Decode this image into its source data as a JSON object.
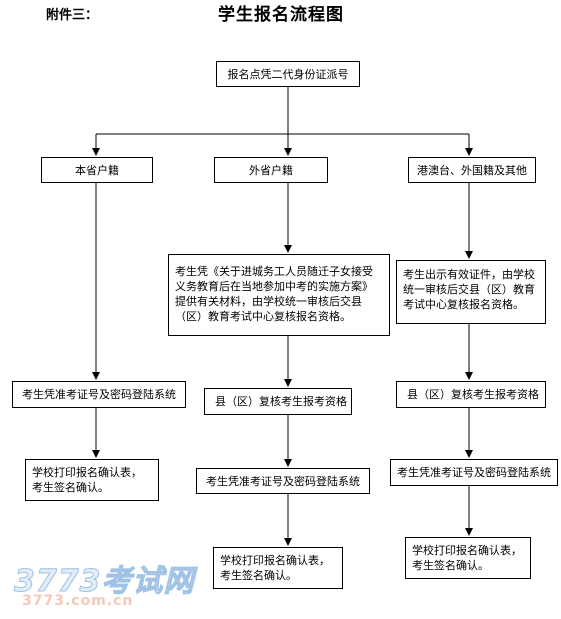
{
  "header": {
    "attachment_label": "附件三：",
    "title": "学生报名流程图"
  },
  "flow": {
    "start": "报名点凭二代身份证派号",
    "branches": {
      "local": {
        "label": "本省户籍",
        "login": "考生凭准考证号及密码登陆系统",
        "print": "学校打印报名确认表，考生签名确认。"
      },
      "other_province": {
        "label": "外省户籍",
        "materials": "考生凭《关于进城务工人员随迁子女接受义务教育后在当地参加中考的实施方案》提供有关材料，由学校统一审核后交县（区）教育考试中心复核报名资格。",
        "county_review": "县（区）复核考生报考资格",
        "login": "考生凭准考证号及密码登陆系统",
        "print": "学校打印报名确认表，考生签名确认。"
      },
      "hk_macau_tw_foreign": {
        "label": "港澳台、外国籍及其他",
        "documents": "考生出示有效证件，由学校统一审核后交县（区）教育考试中心复核报名资格。",
        "county_review": "县（区）复核考生报考资格",
        "login": "考生凭准考证号及密码登陆系统",
        "print": "学校打印报名确认表，考生签名确认。"
      }
    }
  },
  "watermark": {
    "brand": "3773考试网",
    "domain": "3773.com.cn"
  }
}
